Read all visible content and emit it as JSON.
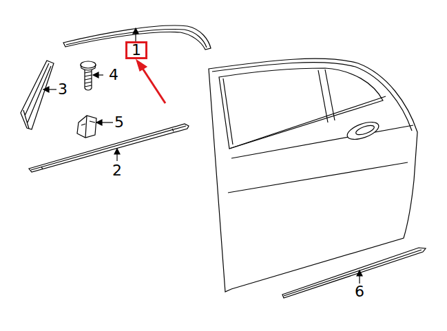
{
  "diagram": {
    "nodes": [
      {
        "text": [
          "1"
        ]
      }
    ],
    "labels": [
      "4",
      "3",
      "5",
      "2",
      "6"
    ]
  }
}
